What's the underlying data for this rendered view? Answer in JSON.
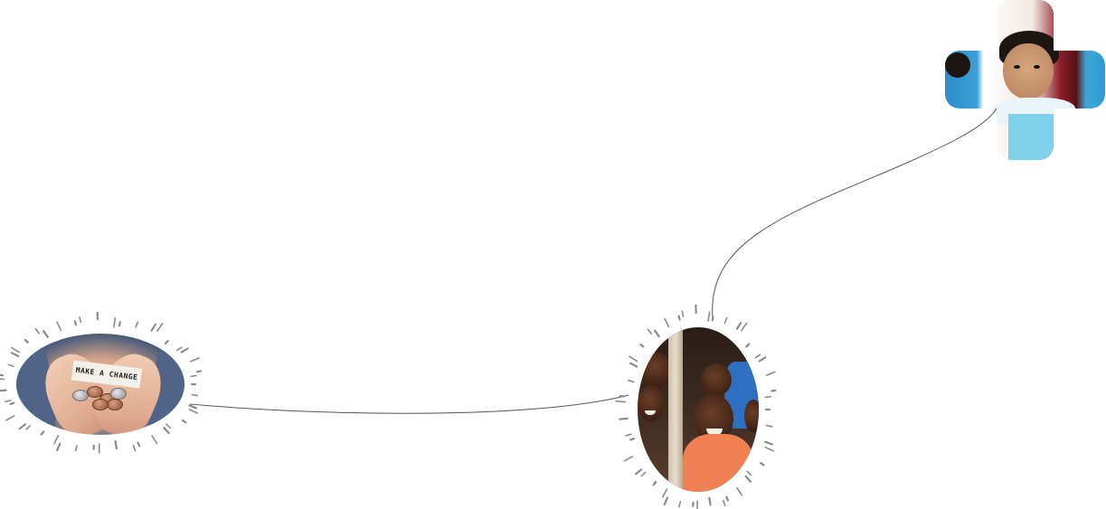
{
  "scene": {
    "photos": [
      {
        "id": "coins",
        "icon": "hands-with-coins-photo",
        "note_text": "MAKE A CHANGE"
      },
      {
        "id": "children",
        "icon": "smiling-children-photo"
      },
      {
        "id": "girl",
        "icon": "girl-cross-photo"
      }
    ]
  },
  "colors": {
    "connector": "#555555",
    "burst_marks": "#8a8a8a",
    "background": "#ffffff"
  }
}
